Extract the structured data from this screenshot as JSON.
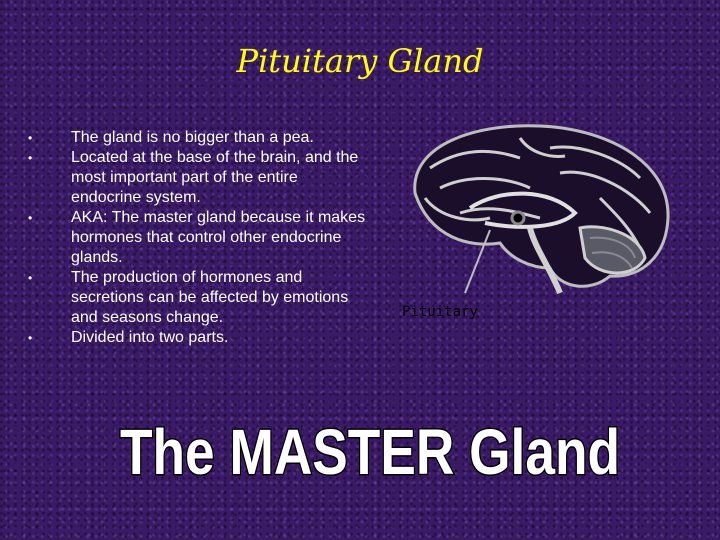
{
  "slide": {
    "title": "Pituitary Gland",
    "bullets": [
      "The gland is no bigger than a pea.",
      "Located at the base of the brain, and the most important part of the entire endocrine system.",
      "AKA: The master gland because it makes hormones that control other endocrine glands.",
      "The production of hormones and secretions can be affected by emotions and seasons change.",
      "Divided into two parts."
    ],
    "bullet_marker": "•",
    "figure": {
      "label": "Pituitary",
      "icon": "brain-sagittal-illustration"
    },
    "banner_text": "The MASTER Gland",
    "colors": {
      "background": "#3a1a66",
      "title": "#ffff00",
      "text": "#ffffff"
    }
  }
}
